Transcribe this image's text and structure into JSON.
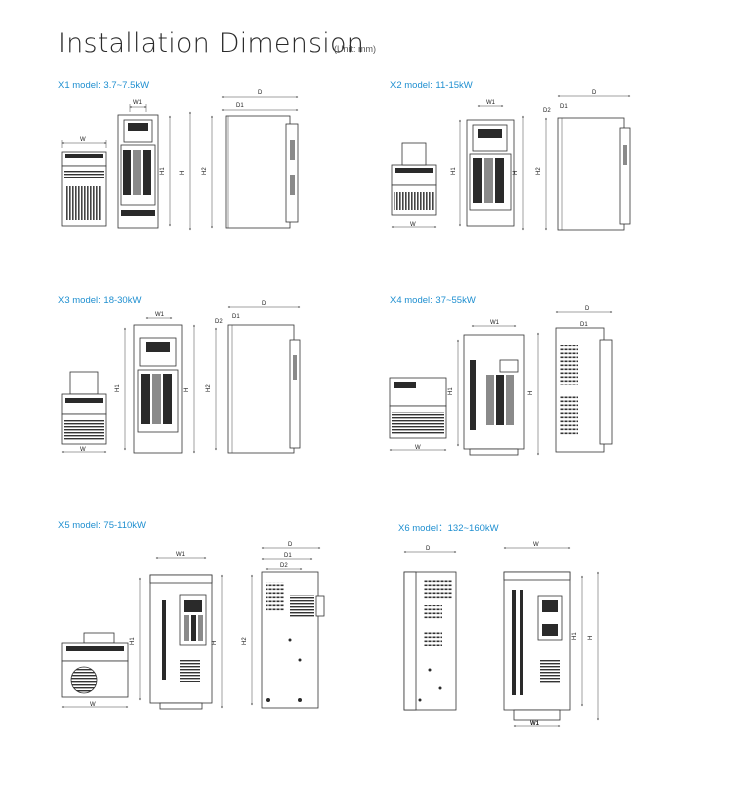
{
  "page": {
    "title": "Installation Dimension",
    "unit": "(Unit: mm)"
  },
  "models": [
    {
      "label": "X1 model: 3.7~7.5kW",
      "dims": {
        "w": "W",
        "w1": "W1",
        "h": "H",
        "h1": "H1",
        "h2": "H2",
        "d": "D",
        "d1": "D1"
      }
    },
    {
      "label": "X2 model: 11-15kW",
      "dims": {
        "w": "W",
        "w1": "W1",
        "h": "H",
        "h1": "H1",
        "h2": "H2",
        "d": "D",
        "d1": "D1",
        "d2": "D2"
      }
    },
    {
      "label": "X3 model: 18-30kW",
      "dims": {
        "w": "W",
        "w1": "W1",
        "h": "H",
        "h1": "H1",
        "h2": "H2",
        "d": "D",
        "d1": "D1",
        "d2": "D2"
      }
    },
    {
      "label": "X4 model: 37~55kW",
      "dims": {
        "w": "W",
        "w1": "W1",
        "h": "H",
        "h1": "H1",
        "d": "D",
        "d1": "D1"
      }
    },
    {
      "label": "X5 model: 75-110kW",
      "dims": {
        "w": "W",
        "w1": "W1",
        "h": "H",
        "h1": "H1",
        "h2": "H2",
        "d": "D",
        "d1": "D1",
        "d2": "D2"
      }
    },
    {
      "label": "X6 model：132~160kW",
      "dims": {
        "w": "W",
        "w1": "W1",
        "h": "H",
        "h1": "H1",
        "d": "D"
      }
    }
  ]
}
